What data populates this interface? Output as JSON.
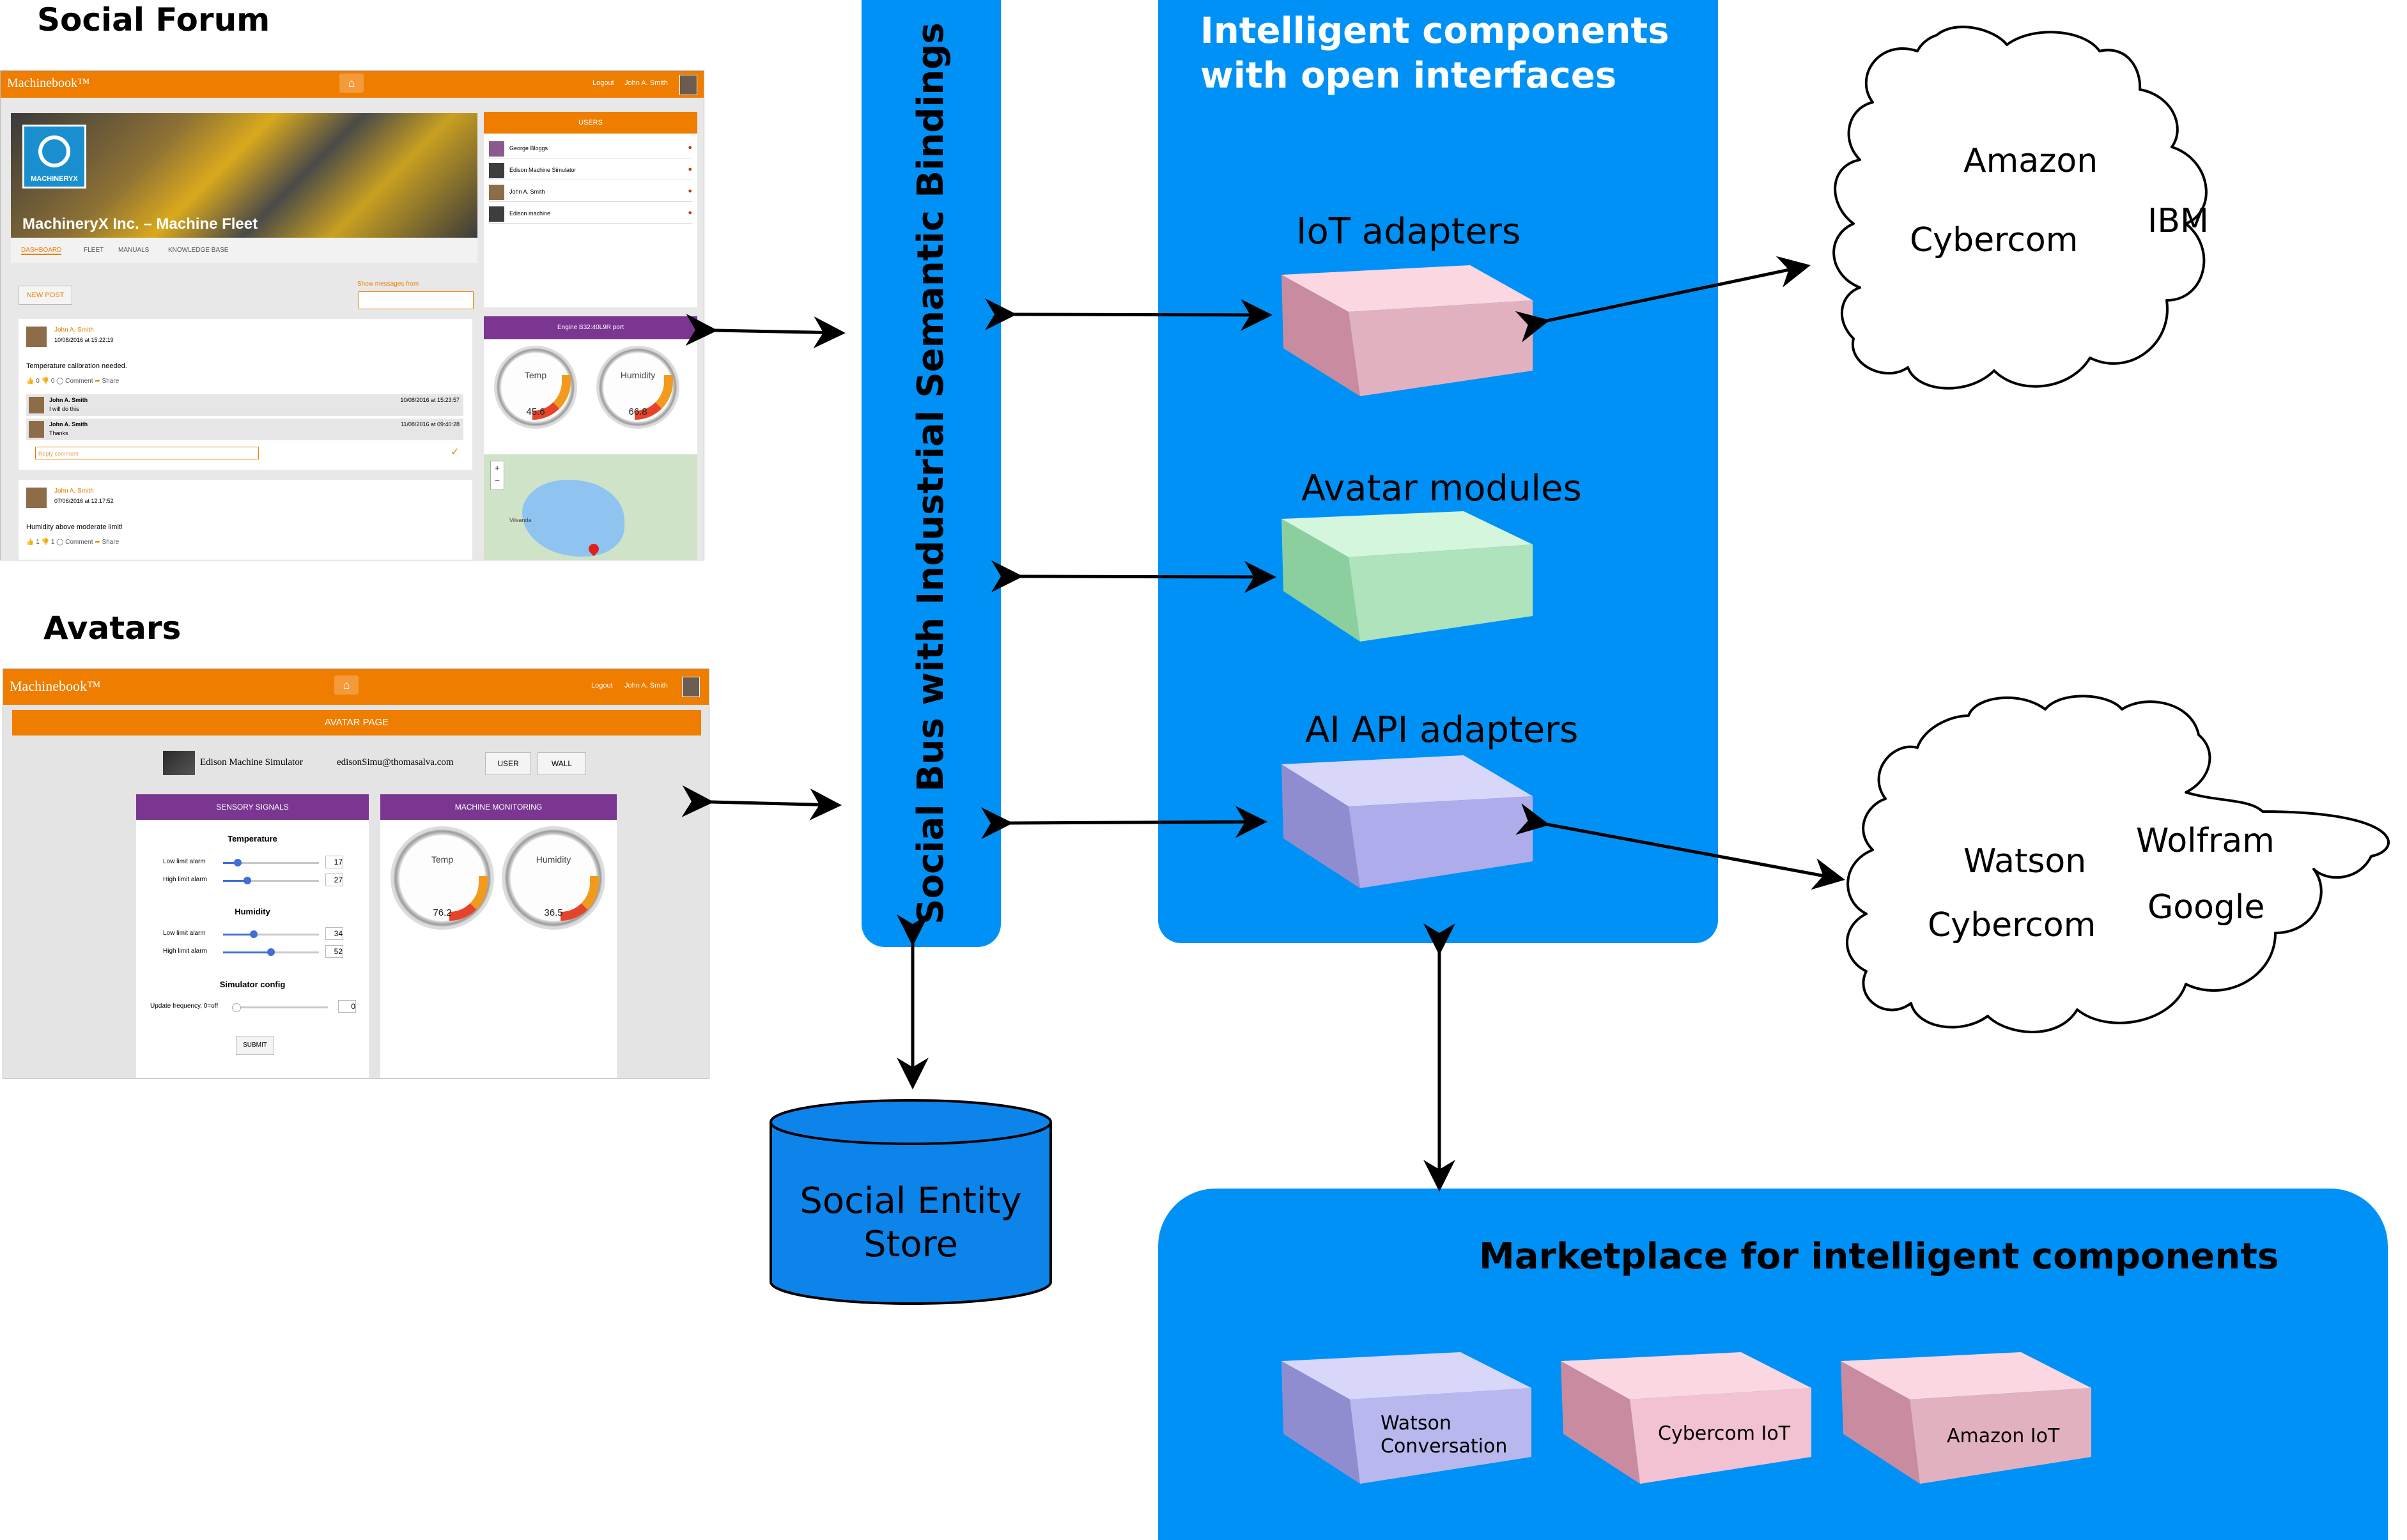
{
  "sections": {
    "social_forum_title": "Social Forum",
    "avatars_title": "Avatars"
  },
  "forum_mockup": {
    "brand": "Machinebook™",
    "logout": "Logout",
    "user_name": "John A. Smith",
    "logo_text": "MACHINERYX",
    "banner_title": "MachineryX Inc. – Machine Fleet",
    "tabs": [
      "DASHBOARD",
      "FLEET",
      "MANUALS",
      "KNOWLEDGE BASE"
    ],
    "new_post_label": "NEW POST",
    "show_messages_label": "Show messages from",
    "users_header": "USERS",
    "users": [
      "George Bloggs",
      "Edison Machine Simulator",
      "John A. Smith",
      "Edison machine"
    ],
    "gauge_panel_title": "Engine B32:40L9R port",
    "gauges": [
      {
        "label": "Temp",
        "value": "45.6"
      },
      {
        "label": "Humidity",
        "value": "66.8"
      }
    ],
    "map_place": "Vilsanda",
    "posts": [
      {
        "author": "John A. Smith",
        "date": "10/08/2016 at 15:22:19",
        "text": "Temperature calibration needed.",
        "likes": "0",
        "dislikes": "0",
        "comment_label": "Comment",
        "share_label": "Share",
        "replies": [
          {
            "author": "John A. Smith",
            "date": "10/08/2016 at 15:23:57",
            "text": "I will do this"
          },
          {
            "author": "John A. Smith",
            "date": "11/08/2016 at 09:40:28",
            "text": "Thanks"
          }
        ],
        "reply_placeholder": "Reply comment"
      },
      {
        "author": "John A. Smith",
        "date": "07/06/2016 at 12:17:52",
        "text": "Humidity above moderate limit!",
        "likes": "1",
        "dislikes": "1",
        "comment_label": "Comment",
        "share_label": "Share"
      }
    ]
  },
  "avatar_mockup": {
    "brand": "Machinebook™",
    "logout": "Logout",
    "user_name": "John A. Smith",
    "page_header": "AVATAR PAGE",
    "device_name": "Edison Machine Simulator",
    "device_email": "edisonSimu@thomasalva.com",
    "user_button": "USER",
    "wall_button": "WALL",
    "sensory_header": "SENSORY SIGNALS",
    "monitoring_header": "MACHINE MONITORING",
    "temperature_title": "Temperature",
    "humidity_title": "Humidity",
    "simulator_title": "Simulator config",
    "low_limit_label": "Low limit alarm",
    "high_limit_label": "High limit alarm",
    "temp_low": "17",
    "temp_high": "27",
    "hum_low": "34",
    "hum_high": "52",
    "temp_low_fraction": 0.15,
    "temp_high_fraction": 0.25,
    "hum_low_fraction": 0.32,
    "hum_high_fraction": 0.5,
    "update_label": "Update frequency, 0=off",
    "update_value": "0",
    "submit_label": "SUBMIT",
    "gauges": [
      {
        "label": "Temp",
        "value": "76.2"
      },
      {
        "label": "Humidity",
        "value": "36.5"
      }
    ]
  },
  "diagram": {
    "social_bus": "Social Bus with Industrial Semantic Bindings",
    "intelligent_components_line1": "Intelligent components",
    "intelligent_components_line2": "with open interfaces",
    "iot_adapters": "IoT adapters",
    "avatar_modules": "Avatar modules",
    "ai_api_adapters": "AI API adapters",
    "entity_store_line1": "Social Entity",
    "entity_store_line2": "Store",
    "marketplace": "Marketplace for intelligent components",
    "marketplace_items": {
      "watson_line1": "Watson",
      "watson_line2": "Conversation",
      "cybercom_iot": "Cybercom IoT",
      "amazon_iot": "Amazon IoT"
    },
    "cloud_top": {
      "amazon": "Amazon",
      "ibm": "IBM",
      "cybercom": "Cybercom"
    },
    "cloud_bottom": {
      "watson": "Watson",
      "wolfram": "Wolfram",
      "cybercom": "Cybercom",
      "google": "Google"
    },
    "colors": {
      "blue": "#0091f7",
      "iot_pink": "#f5c4d3",
      "avatar_green": "#c2efcc",
      "ai_lavender": "#c9c8f5",
      "store_blue": "#0d84ea",
      "mockup_orange": "#ee7d00",
      "mockup_purple": "#7a3691"
    }
  }
}
